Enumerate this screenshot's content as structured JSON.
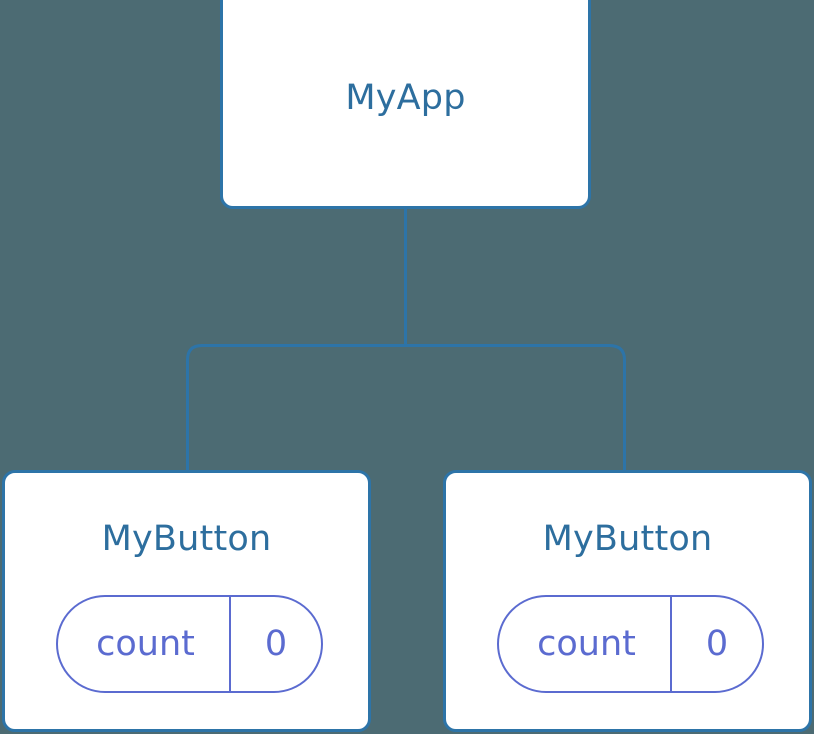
{
  "diagram": {
    "type": "component-tree",
    "background_color": "#4c6b73",
    "node_border_color": "#2d74a8",
    "node_title_color": "#2d6e9e",
    "pill_color": "#5b6bd0",
    "edge_color": "#2d74a8",
    "root": {
      "title": "MyApp"
    },
    "children": [
      {
        "title": "MyButton",
        "state": {
          "key": "count",
          "value": "0"
        }
      },
      {
        "title": "MyButton",
        "state": {
          "key": "count",
          "value": "0"
        }
      }
    ]
  }
}
